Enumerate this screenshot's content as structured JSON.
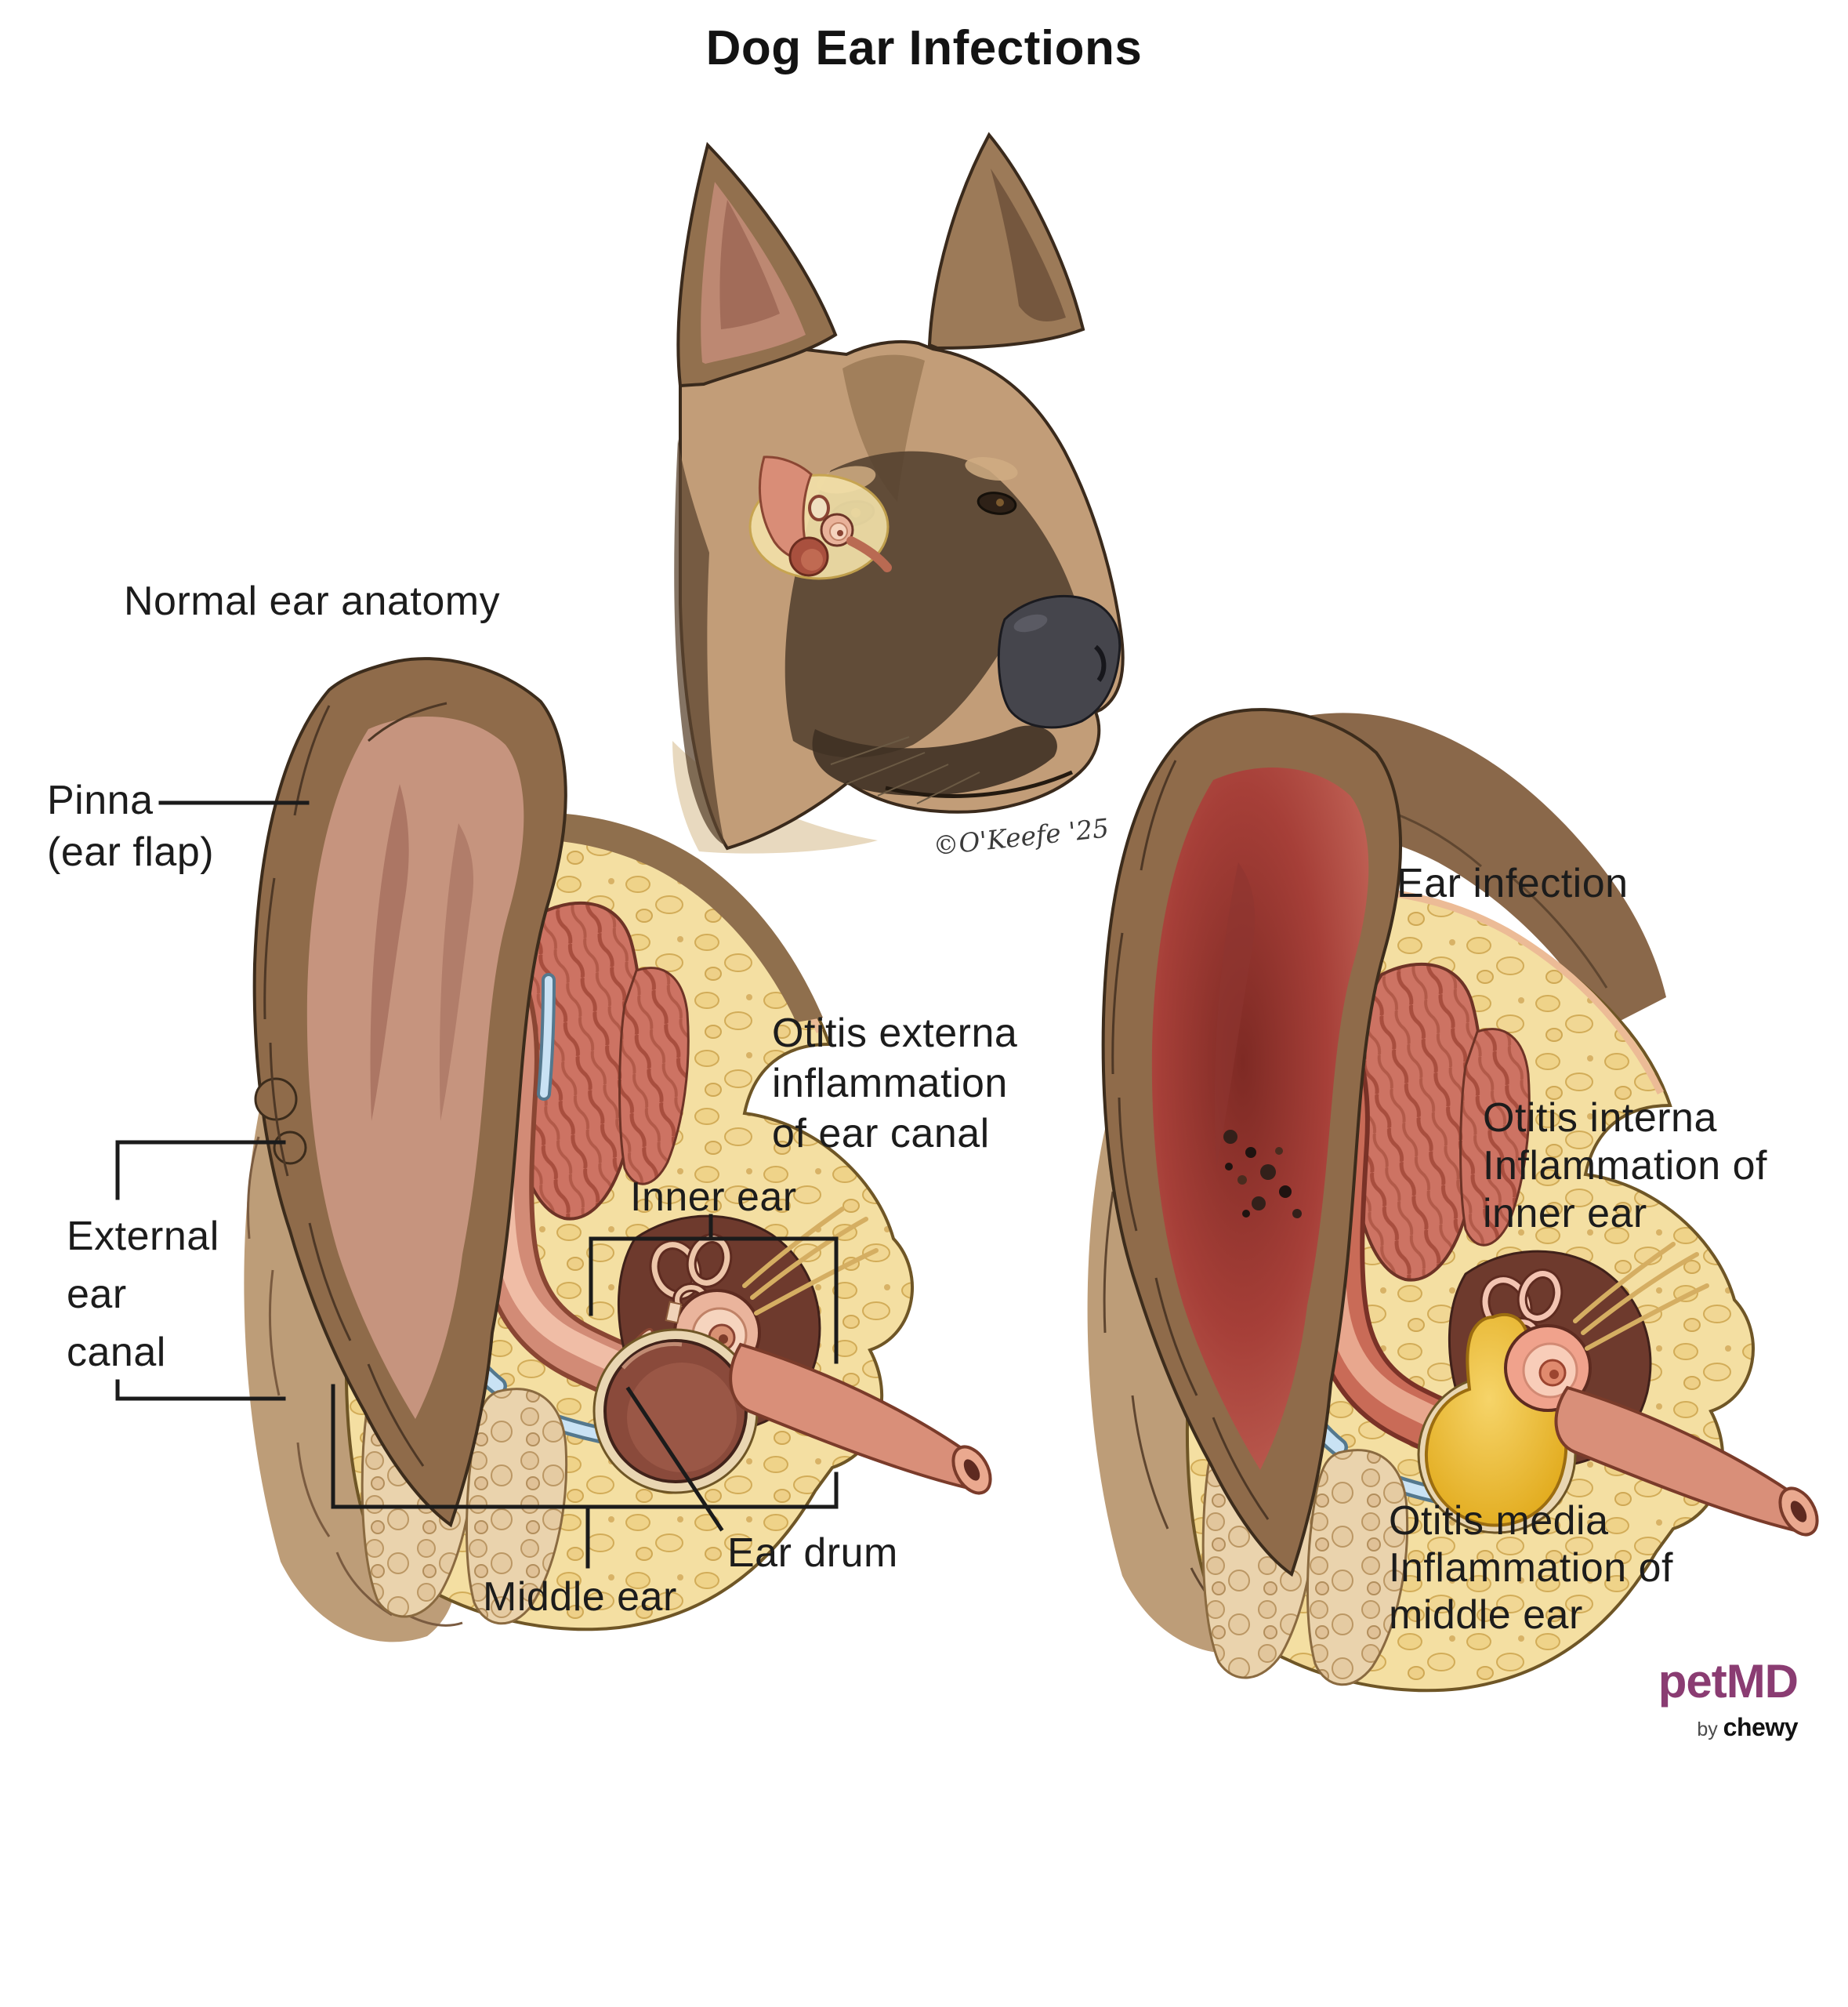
{
  "title": "Dog Ear Infections",
  "normal_panel": {
    "heading": "Normal ear anatomy",
    "labels": {
      "pinna": "Pinna\n(ear flap)",
      "external_ear_canal": "External\near\ncanal",
      "inner_ear": "Inner ear",
      "ear_drum": "Ear drum",
      "middle_ear": "Middle ear"
    }
  },
  "infected_panel": {
    "heading": "Ear infection",
    "labels": {
      "otitis_externa": "Otitis externa\ninflammation\nof ear canal",
      "otitis_interna": "Otitis interna\nInflammation of\ninner ear",
      "otitis_media": "Otitis media\nInflammation of\nmiddle ear"
    }
  },
  "signature": "©O'Keefe '25",
  "logo": {
    "name": "petMD",
    "byline_prefix": "by",
    "byline_brand": "chewy",
    "brand_color": "#8a3c72"
  },
  "colors": {
    "background": "#ffffff",
    "text": "#1c1c1c",
    "petmd_purple": "#8a3c72",
    "bone_yellow": "#f3dc9b",
    "cartilage_blue": "#c9e2f4",
    "healthy_canal_pink": "#d28b76",
    "inflamed_red": "#a63f38",
    "infected_fluid_yellow": "#e2a818"
  }
}
